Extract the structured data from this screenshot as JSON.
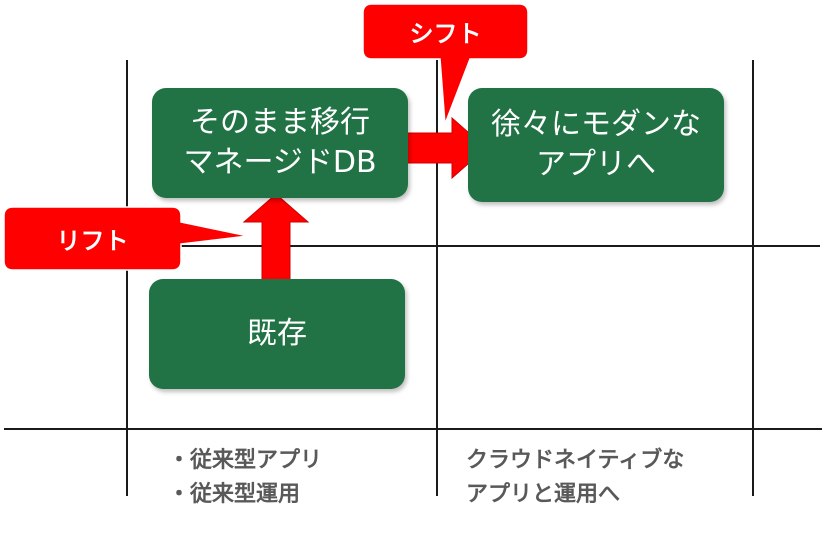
{
  "colors": {
    "box_fill": "#217346",
    "arrow_fill": "#ff0000",
    "callout_fill": "#ff0000",
    "caption_text": "#595959"
  },
  "boxes": {
    "existing": "既存",
    "rehost_line1": "そのまま移行",
    "rehost_line2": "マネージドDB",
    "modern_line1": "徐々にモダンな",
    "modern_line2": "アプリへ"
  },
  "callouts": {
    "lift": "リフト",
    "shift": "シフト"
  },
  "captions": {
    "left_line1": "・従来型アプリ",
    "left_line2": "・従来型運用",
    "right_line1": "クラウドネイティブな",
    "right_line2": "アプリと運用へ"
  }
}
